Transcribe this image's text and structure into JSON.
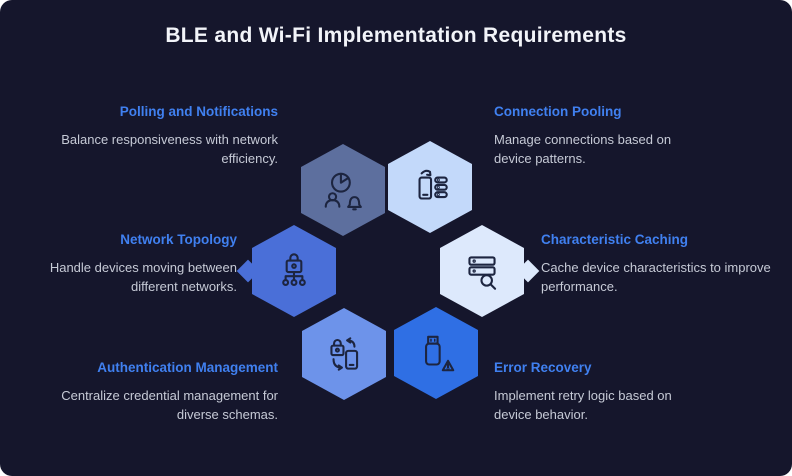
{
  "title": "BLE and Wi-Fi Implementation Requirements",
  "colors": {
    "background": "#15162c",
    "title": "#f2f4f9",
    "heading": "#4080f0",
    "description": "#c6cad6",
    "icon_stroke": "#1d2540"
  },
  "items": [
    {
      "id": "polling-and-notifications",
      "side": "left",
      "heading": "Polling and Notifications",
      "description": "Balance responsiveness with network efficiency.",
      "hex_color": "#5d6f9e",
      "icon": "pie-chart-person-bell-icon"
    },
    {
      "id": "connection-pooling",
      "side": "right",
      "heading": "Connection Pooling",
      "description": "Manage connections based on device patterns.",
      "hex_color": "#c3d9fa",
      "icon": "phone-stack-icon"
    },
    {
      "id": "network-topology",
      "side": "left",
      "heading": "Network Topology",
      "description": "Handle devices moving between different networks.",
      "hex_color": "#4a6fd8",
      "icon": "lock-network-icon"
    },
    {
      "id": "characteristic-caching",
      "side": "right",
      "heading": "Characteristic Caching",
      "description": "Cache device characteristics to improve performance.",
      "hex_color": "#dde9fc",
      "icon": "server-search-icon"
    },
    {
      "id": "authentication-management",
      "side": "left",
      "heading": "Authentication Management",
      "description": "Centralize credential management for diverse schemas.",
      "hex_color": "#6d93ea",
      "icon": "lock-phone-sync-icon"
    },
    {
      "id": "error-recovery",
      "side": "right",
      "heading": "Error Recovery",
      "description": "Implement retry logic based on device behavior.",
      "hex_color": "#2f6fe4",
      "icon": "usb-warning-icon"
    }
  ]
}
